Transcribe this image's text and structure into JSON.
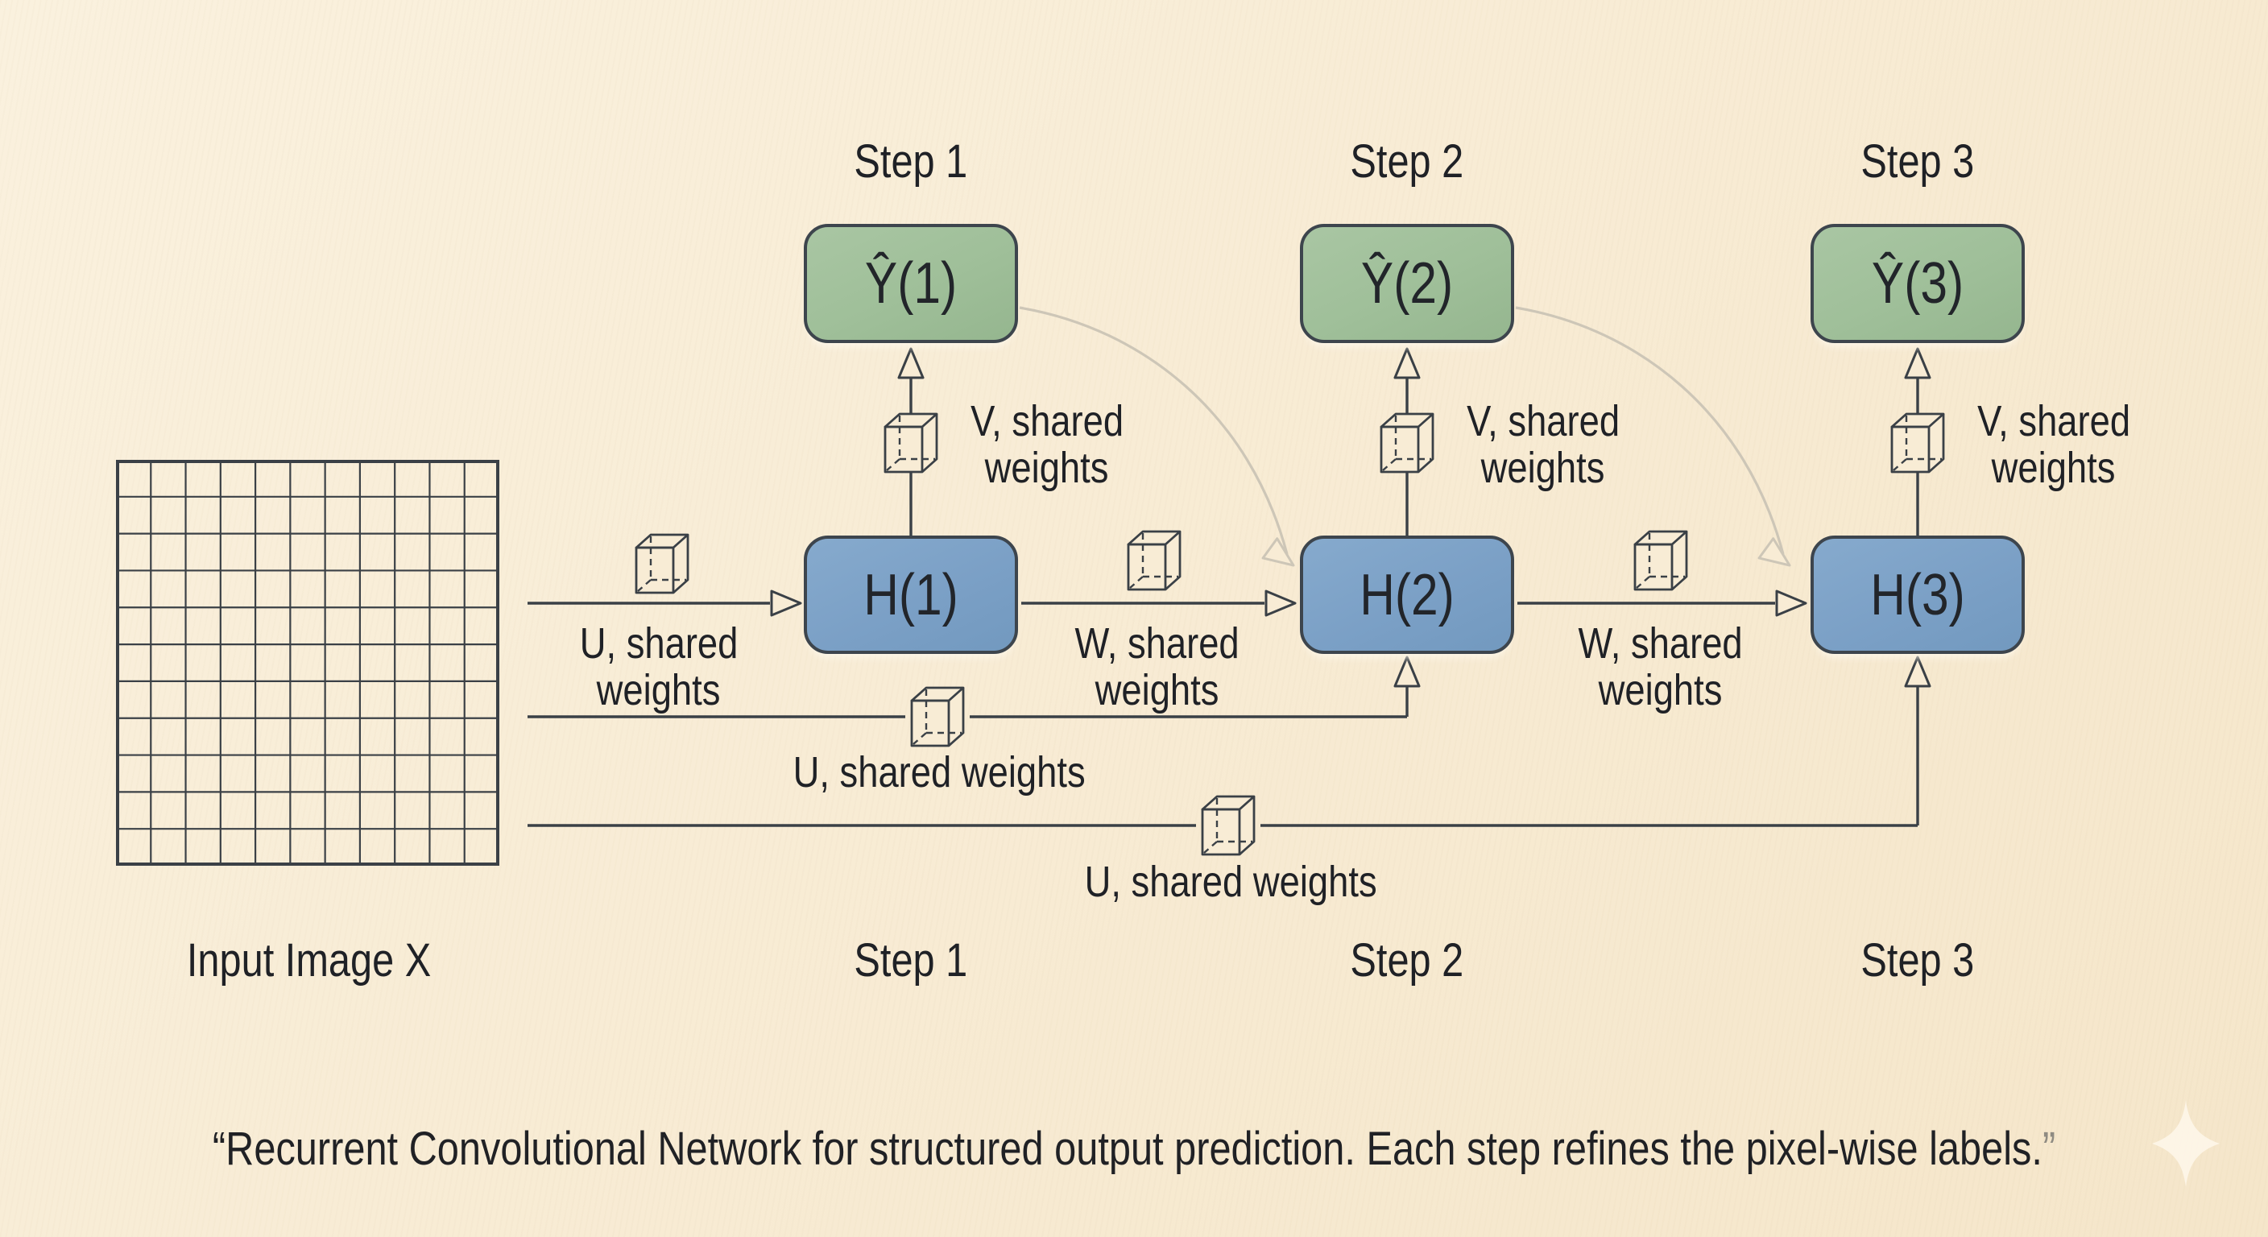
{
  "colors": {
    "background": "#f8ecd5",
    "hidden_node_fill": "#7ba0c6",
    "output_node_fill": "#9fbf99",
    "node_border": "#3d454d",
    "line": "#3a4046",
    "text": "#1f2126",
    "light_arrow": "#cdc6b7",
    "close_quote_gray": "#8f8b82",
    "sparkle": "#fdf5e6"
  },
  "input": {
    "label": "Input Image X",
    "grid_rows": 11,
    "grid_cols": 11
  },
  "columns": [
    {
      "step_top": "Step 1",
      "step_bottom": "Step 1",
      "hidden": "H(1)",
      "output": "Ŷ(1)"
    },
    {
      "step_top": "Step 2",
      "step_bottom": "Step 2",
      "hidden": "H(2)",
      "output": "Ŷ(2)"
    },
    {
      "step_top": "Step 3",
      "step_bottom": "Step 3",
      "hidden": "H(3)",
      "output": "Ŷ(3)"
    }
  ],
  "edge_labels": {
    "u_input": {
      "line1": "U, shared",
      "line2": "weights"
    },
    "w_step1_step2": {
      "line1": "W, shared",
      "line2": "weights"
    },
    "w_step2_step3": {
      "line1": "W, shared",
      "line2": "weights"
    },
    "v_output": {
      "line1": "V, shared",
      "line2": "weights"
    },
    "u_recurrent_step2": "U, shared weights",
    "u_recurrent_step3": "U, shared weights"
  },
  "caption": {
    "open_quote": "“",
    "text": "Recurrent Convolutional Network for structured output prediction. Each step refines the pixel-wise labels.",
    "close_quote": "”"
  }
}
